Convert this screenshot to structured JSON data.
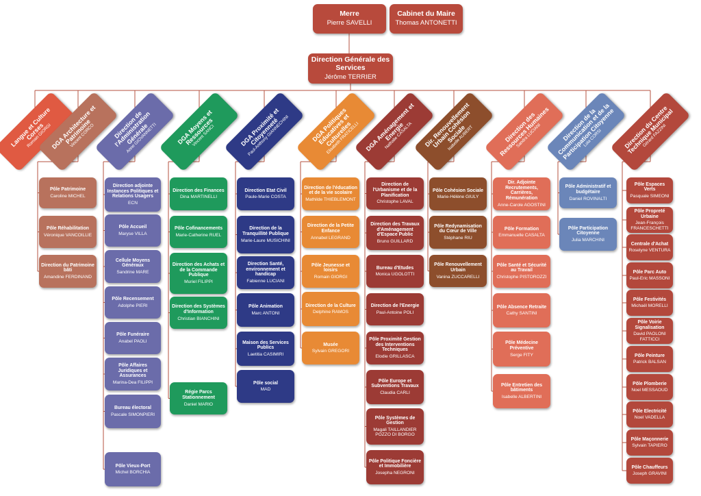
{
  "colors": {
    "line": "#b5523f",
    "top": "#b84a3c",
    "c0": "#e05a42",
    "c1": "#b8725d",
    "c2": "#6b6caa",
    "c3": "#1f9a5c",
    "c4": "#2e3a86",
    "c5": "#e88a35",
    "c6": "#9c3b35",
    "c7": "#8d4e2c",
    "c8": "#e06e58",
    "c9": "#6b86b9",
    "c10": "#b3483c"
  },
  "top": [
    {
      "title": "Merre",
      "name": "Pierre SAVELLI"
    },
    {
      "title": "Cabinet du Maire",
      "name": "Thomas ANTONETTI"
    },
    {
      "title": "Direction Générale des Services",
      "name": "Jérôme TERRIER"
    }
  ],
  "columns": [
    {
      "header": {
        "title": "Langue et Culture Corses",
        "name": "Romain GIORGI"
      },
      "cells": []
    },
    {
      "header": {
        "title": "DGA Architecture et Patrimoine",
        "name": "Vincent CORCO"
      },
      "cells": [
        {
          "title": "Pôle Patrimoine",
          "name": "Caroline MICHEL"
        },
        {
          "title": "Pôle Réhabilitation",
          "name": "Véronique VANCOILLIE"
        },
        {
          "title": "Direction du Patrimoine bâti",
          "name": "Amandine FERDINAND"
        }
      ]
    },
    {
      "header": {
        "title": "Direction de l'Administration Générale",
        "name": "Anne GIOVANNETTI"
      },
      "cells": [
        {
          "title": "Direction adjointe Instances Politiques et Relations Usagers",
          "name": "ECN"
        },
        {
          "title": "Pôle Accueil",
          "name": "Maryse VILLA"
        },
        {
          "title": "Cellule Moyens Généraux",
          "name": "Sandrine MARE"
        },
        {
          "title": "Pôle Recensement",
          "name": "Adolphe PIERI"
        },
        {
          "title": "Pôle Funéraire",
          "name": "Anabel PAOLI"
        },
        {
          "title": "Pôle Affaires Juridiques et Assurances",
          "name": "Marina-Dea FILIPPI"
        },
        {
          "title": "Bureau électoral",
          "name": "Pascale SIMONPIERI"
        },
        {
          "title": "Pôle Vieux-Port",
          "name": "Michel BORCHIA"
        }
      ]
    },
    {
      "header": {
        "title": "DGA Moyens et Ressources",
        "name": "Vincent SANCI"
      },
      "cells": [
        {
          "title": "Direction des Finances",
          "name": "Dina MARTINELLI"
        },
        {
          "title": "Pôle Cofinancements",
          "name": "Marie-Catherine RUEL"
        },
        {
          "title": "Direction des Achats et de la Commande Publique",
          "name": "Muriel FILIPPI"
        },
        {
          "title": "Direction des Systèmes d'Information",
          "name": "Christian BIANCHINI"
        },
        {
          "title": "Régie Parcs Stationnement",
          "name": "Daniel MARIO"
        }
      ]
    },
    {
      "header": {
        "title": "DGA Proximité et Citoyenneté",
        "name": "Paul-Anthony GIANNECHINI"
      },
      "cells": [
        {
          "title": "Direction Etat Civil",
          "name": "Paule-Marie COSTA"
        },
        {
          "title": "Direction de la Tranquillité Publique",
          "name": "Marie-Laure MUSICHINI"
        },
        {
          "title": "Direction Santé, environnement et handicap",
          "name": "Fabienne LUCIANI"
        },
        {
          "title": "Pôle Animation",
          "name": "Marc ANTONI"
        },
        {
          "title": "Maison des Services Publics",
          "name": "Laetitia CASIMIRI"
        },
        {
          "title": "Pôle social",
          "name": "MAD"
        }
      ]
    },
    {
      "header": {
        "title": "DGA Politiques Educatives et Culturelles",
        "name": "Elisabeth FRATICELLI"
      },
      "cells": [
        {
          "title": "Direction de l'éducation et de la vie scolaire",
          "name": "Mathilde THIEBLEMONT"
        },
        {
          "title": "Direction de la Petite Enfance",
          "name": "Annabel LEGRAND"
        },
        {
          "title": "Pôle Jeunesse et loisirs",
          "name": "Romain GIORGI"
        },
        {
          "title": "Direction de la Culture",
          "name": "Delphine RAMOS"
        },
        {
          "title": "Musée",
          "name": "Sylvain GREGORI"
        }
      ]
    },
    {
      "header": {
        "title": "DGA Aménagement et Energie",
        "name": "Nathalie CASALTA"
      },
      "cells": [
        {
          "title": "Direction de l'Urbanisme et de la Planification",
          "name": "Christophe LAVAL"
        },
        {
          "title": "Direction des Travaux d'Aménagement d'Espace Public",
          "name": "Bruno GUILLARD"
        },
        {
          "title": "Bureau d'Etudes",
          "name": "Monica UGOLOTTI"
        },
        {
          "title": "Direction de l'Energie",
          "name": "Paul-Antoine POLI"
        },
        {
          "title": "Pôle Proximité Gestion des Interventions Techniques",
          "name": "Elodie GRILLASCA"
        },
        {
          "title": "Pôle Europe et Subventions Travaux",
          "name": "Claudia CARLI"
        },
        {
          "title": "Pôle Systèmes de Gestion",
          "name": "Magali TAILLANDIER POZZO DI BORGO"
        },
        {
          "title": "Pôle Politique Foncière et Immobilière",
          "name": "Josepha NEGRONI"
        }
      ]
    },
    {
      "header": {
        "title": "Dir. Renouvellement Urbain Cohésion Sociale",
        "name": "Isabelle AUBERT"
      },
      "cells": [
        {
          "title": "Pôle Cohésion Sociale",
          "name": "Marie-Hélène GIULY"
        },
        {
          "title": "Pôle Redynamisation du Cœur de Ville",
          "name": "Stéphane RIU"
        },
        {
          "title": "Pôle Renouvellement Urbain",
          "name": "Vanina ZUCCARELLI"
        }
      ]
    },
    {
      "header": {
        "title": "Direction des Ressources Humaines",
        "name": "Sandra LUCIANI"
      },
      "cells": [
        {
          "title": "Dir. Adjointe Recrutements, Carrières, Rémunération",
          "name": "Anne-Carole AGOSTINI"
        },
        {
          "title": "Pôle Formation",
          "name": "Emmanuelle CASALTA"
        },
        {
          "title": "Pôle Santé et Sécurité au Travail",
          "name": "Christophe PISTOROZZI"
        },
        {
          "title": "Pôle Absence Retraite",
          "name": "Cathy SANTINI"
        },
        {
          "title": "Pôle Médecine Préventive",
          "name": "Serge FITY"
        },
        {
          "title": "Pôle Entretien des bâtiments",
          "name": "Isabelle ALBERTINI"
        }
      ]
    },
    {
      "header": {
        "title": "Direction de la Communication et de la Participation Citoyenne",
        "name": "Lola CORSI"
      },
      "cells": [
        {
          "title": "Pôle Administratif et budgétaire",
          "name": "Daniel ROVINALTI"
        },
        {
          "title": "Pôle Participation Citoyenne",
          "name": "Julia MARCHINI"
        }
      ]
    },
    {
      "header": {
        "title": "Direction du Centre Technique Municipal",
        "name": "Gérard FAZZINI"
      },
      "cells": [
        {
          "title": "Pôle Espaces Verts",
          "name": "Pasquale SIMEONI"
        },
        {
          "title": "Pôle Propreté Urbaine",
          "name": "Jean-François FRANCESCHETTI"
        },
        {
          "title": "Centrale d'Achat",
          "name": "Roselyne VENTURA"
        },
        {
          "title": "Pôle Parc Auto",
          "name": "Paul-Eric MASSONI"
        },
        {
          "title": "Pôle Festivités",
          "name": "Michaël MORELLI"
        },
        {
          "title": "Pôle Voirie Signalisation",
          "name": "David PAOLONI FATTICCI"
        },
        {
          "title": "Pôle Peinture",
          "name": "Patrick BALSAN"
        },
        {
          "title": "Pôle Plomberie",
          "name": "Noel MESSAOUD"
        },
        {
          "title": "Pôle Electricité",
          "name": "Noel VADELLA"
        },
        {
          "title": "Pôle Maçonnerie",
          "name": "Sylvain TAPIERO"
        },
        {
          "title": "Pôle Chauffeurs",
          "name": "Joseph GRAVINI"
        }
      ]
    }
  ]
}
